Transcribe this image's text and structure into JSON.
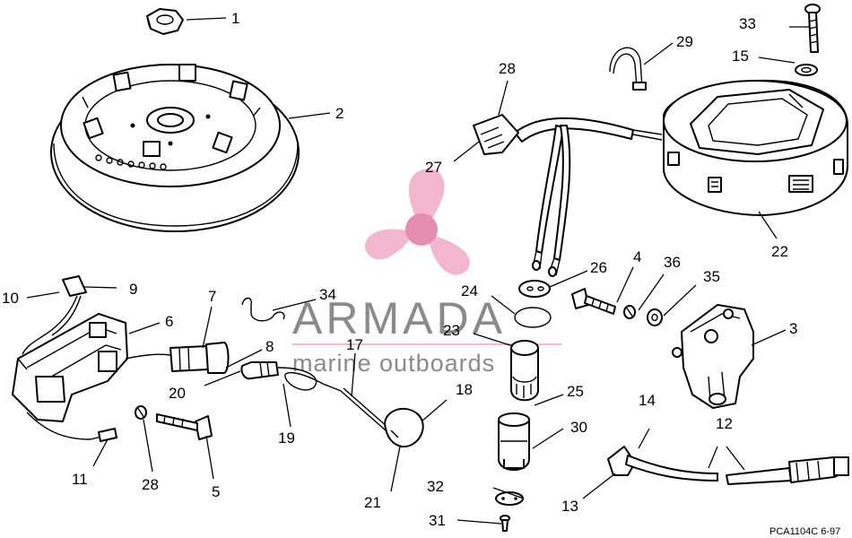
{
  "watermark": {
    "brand": "ARMADA",
    "tagline": "marine outboards",
    "colors": {
      "propeller": "#f2b6cf",
      "propeller_hub": "#e58cb3",
      "text": "#8a8a8a",
      "rule": "#f2b6cf"
    }
  },
  "drawing_code": "PCA1104C   6-97",
  "part_numbers": {
    "n1": "1",
    "n2": "2",
    "n3": "3",
    "n4": "4",
    "n5": "5",
    "n6": "6",
    "n7": "7",
    "n8": "8",
    "n9": "9",
    "n10": "10",
    "n11": "11",
    "n12": "12",
    "n13": "13",
    "n14": "14",
    "n15": "15",
    "n17": "17",
    "n18": "18",
    "n19": "19",
    "n20": "20",
    "n21": "21",
    "n22": "22",
    "n23": "23",
    "n24": "24",
    "n25": "25",
    "n26": "26",
    "n27": "27",
    "n28a": "28",
    "n28b": "28",
    "n29": "29",
    "n30": "30",
    "n31": "31",
    "n32": "32",
    "n33": "33",
    "n34": "34",
    "n35": "35",
    "n36": "36"
  }
}
